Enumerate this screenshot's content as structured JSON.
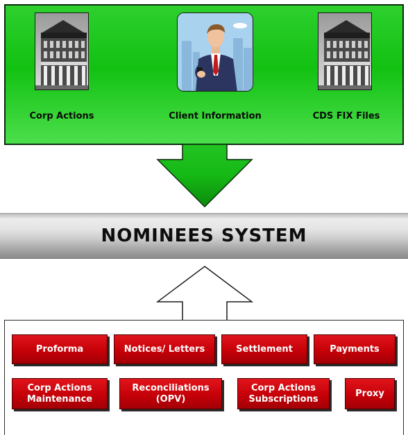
{
  "sources": [
    {
      "label": "Corp Actions",
      "icon": "building-photo-icon"
    },
    {
      "label": "Client Information",
      "icon": "businessman-icon"
    },
    {
      "label": "CDS FIX Files",
      "icon": "building-photo-icon"
    }
  ],
  "system": {
    "title": "NOMINEES SYSTEM"
  },
  "modules": {
    "proforma": "Proforma",
    "notices": "Notices/ Letters",
    "settlement": "Settlement",
    "payments": "Payments",
    "corp_actions_maintenance": "Corp Actions Maintenance",
    "reconciliations": "Reconciliations (OPV)",
    "corp_actions_subscriptions": "Corp Actions Subscriptions",
    "proxy": "Proxy"
  },
  "colors": {
    "input_panel": "#12c112",
    "module_red": "#c60008",
    "system_bar": "#cfcfcf"
  }
}
